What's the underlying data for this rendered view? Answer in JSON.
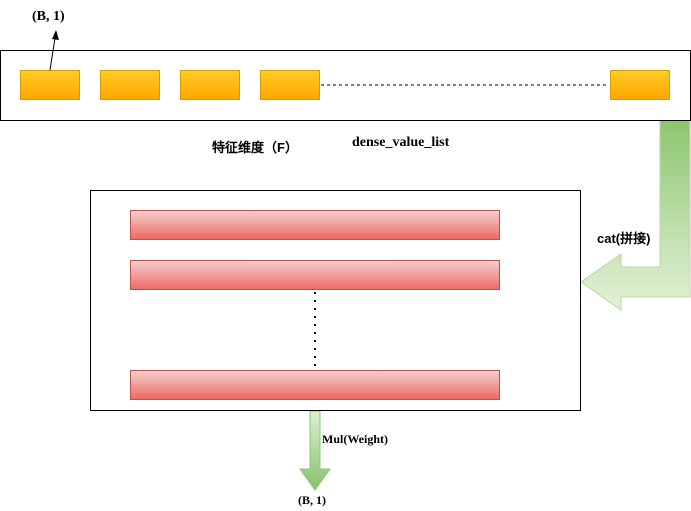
{
  "top_output_label": "(B, 1)",
  "feature_dim_label": "特征维度（F）",
  "dense_list_label": "dense_value_list",
  "concat_label": "cat(拼接)",
  "mul_label": "Mul(Weight)",
  "bottom_output_label": "(B, 1)",
  "colors": {
    "feature_fill": "#ffb515",
    "feature_stroke": "#d79b00",
    "row_fill": "#f09a98",
    "row_stroke": "#b85450",
    "arrow_fill": "#a8d38d",
    "arrow_stroke": "#82b366"
  }
}
